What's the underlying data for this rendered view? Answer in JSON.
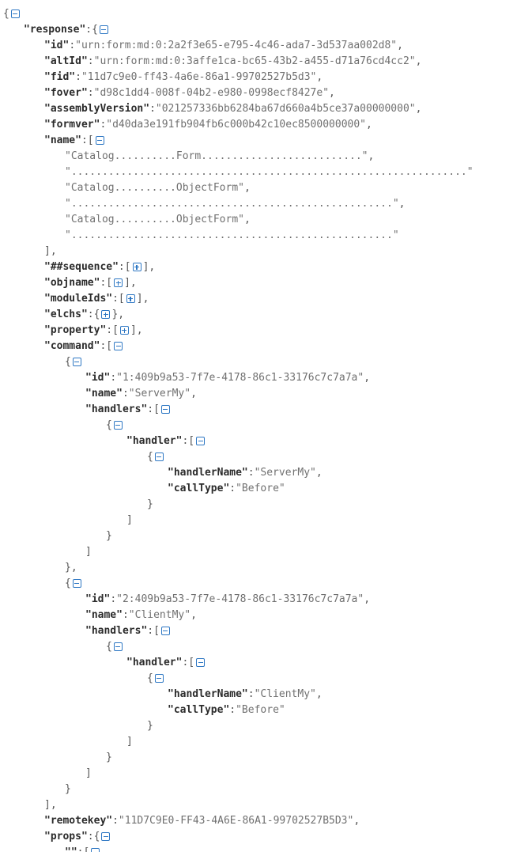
{
  "lines": [
    {
      "indent": 0,
      "key": "",
      "value": "",
      "open": "{",
      "toggle": "collapse",
      "close": ""
    },
    {
      "indent": 1,
      "key": "\"response\"",
      "value": "",
      "open": "{",
      "toggle": "collapse",
      "close": ""
    },
    {
      "indent": 2,
      "key": "\"id\"",
      "value": "\"urn:form:md:0:2a2f3e65-e795-4c46-ada7-3d537aa002d8\"",
      "open": "",
      "toggle": "",
      "close": ","
    },
    {
      "indent": 2,
      "key": "\"altId\"",
      "value": "\"urn:form:md:0:3affe1ca-bc65-43b2-a455-d71a76cd4cc2\"",
      "open": "",
      "toggle": "",
      "close": ","
    },
    {
      "indent": 2,
      "key": "\"fid\"",
      "value": "\"11d7c9e0-ff43-4a6e-86a1-99702527b5d3\"",
      "open": "",
      "toggle": "",
      "close": ","
    },
    {
      "indent": 2,
      "key": "\"fover\"",
      "value": "\"d98c1dd4-008f-04b2-e980-0998ecf8427e\"",
      "open": "",
      "toggle": "",
      "close": ","
    },
    {
      "indent": 2,
      "key": "\"assemblyVersion\"",
      "value": "\"021257336bb6284ba67d660a4b5ce37a00000000\"",
      "open": "",
      "toggle": "",
      "close": ","
    },
    {
      "indent": 2,
      "key": "\"formver\"",
      "value": "\"d40da3e191fb904fb6c000b42c10ec8500000000\"",
      "open": "",
      "toggle": "",
      "close": ","
    },
    {
      "indent": 2,
      "key": "\"name\"",
      "value": "",
      "open": "[",
      "toggle": "collapse",
      "close": ""
    },
    {
      "indent": 3,
      "key": "",
      "value": "\"Catalog..........Form..........................\"",
      "open": "",
      "toggle": "",
      "close": ","
    },
    {
      "indent": 3,
      "key": "",
      "value": "\"................................................................\"",
      "open": "",
      "toggle": "",
      "close": ""
    },
    {
      "indent": 3,
      "key": "",
      "value": "\"Catalog..........ObjectForm\"",
      "open": "",
      "toggle": "",
      "close": ","
    },
    {
      "indent": 3,
      "key": "",
      "value": "\"....................................................\"",
      "open": "",
      "toggle": "",
      "close": ","
    },
    {
      "indent": 3,
      "key": "",
      "value": "\"Catalog..........ObjectForm\"",
      "open": "",
      "toggle": "",
      "close": ","
    },
    {
      "indent": 3,
      "key": "",
      "value": "\"....................................................\"",
      "open": "",
      "toggle": "",
      "close": ""
    },
    {
      "indent": 2,
      "key": "",
      "value": "",
      "open": "",
      "toggle": "",
      "close": "],"
    },
    {
      "indent": 2,
      "key": "\"##sequence\"",
      "value": "",
      "open": "[",
      "toggle": "expand",
      "close": "],"
    },
    {
      "indent": 2,
      "key": "\"objname\"",
      "value": "",
      "open": "[",
      "toggle": "expand",
      "close": "],"
    },
    {
      "indent": 2,
      "key": "\"moduleIds\"",
      "value": "",
      "open": "[",
      "toggle": "expand",
      "close": "],"
    },
    {
      "indent": 2,
      "key": "\"elchs\"",
      "value": "",
      "open": "{",
      "toggle": "expand",
      "close": "},"
    },
    {
      "indent": 2,
      "key": "\"property\"",
      "value": "",
      "open": "[",
      "toggle": "expand",
      "close": "],"
    },
    {
      "indent": 2,
      "key": "\"command\"",
      "value": "",
      "open": "[",
      "toggle": "collapse",
      "close": ""
    },
    {
      "indent": 3,
      "key": "",
      "value": "",
      "open": "{",
      "toggle": "collapse",
      "close": ""
    },
    {
      "indent": 4,
      "key": "\"id\"",
      "value": "\"1:409b9a53-7f7e-4178-86c1-33176c7c7a7a\"",
      "open": "",
      "toggle": "",
      "close": ","
    },
    {
      "indent": 4,
      "key": "\"name\"",
      "value": "\"ServerMy\"",
      "open": "",
      "toggle": "",
      "close": ","
    },
    {
      "indent": 4,
      "key": "\"handlers\"",
      "value": "",
      "open": "[",
      "toggle": "collapse",
      "close": ""
    },
    {
      "indent": 5,
      "key": "",
      "value": "",
      "open": "{",
      "toggle": "collapse",
      "close": ""
    },
    {
      "indent": 6,
      "key": "\"handler\"",
      "value": "",
      "open": "[",
      "toggle": "collapse",
      "close": ""
    },
    {
      "indent": 7,
      "key": "",
      "value": "",
      "open": "{",
      "toggle": "collapse",
      "close": ""
    },
    {
      "indent": 8,
      "key": "\"handlerName\"",
      "value": "\"ServerMy\"",
      "open": "",
      "toggle": "",
      "close": ","
    },
    {
      "indent": 8,
      "key": "\"callType\"",
      "value": "\"Before\"",
      "open": "",
      "toggle": "",
      "close": ""
    },
    {
      "indent": 7,
      "key": "",
      "value": "",
      "open": "",
      "toggle": "",
      "close": "}"
    },
    {
      "indent": 6,
      "key": "",
      "value": "",
      "open": "",
      "toggle": "",
      "close": "]"
    },
    {
      "indent": 5,
      "key": "",
      "value": "",
      "open": "",
      "toggle": "",
      "close": "}"
    },
    {
      "indent": 4,
      "key": "",
      "value": "",
      "open": "",
      "toggle": "",
      "close": "]"
    },
    {
      "indent": 3,
      "key": "",
      "value": "",
      "open": "",
      "toggle": "",
      "close": "},"
    },
    {
      "indent": 3,
      "key": "",
      "value": "",
      "open": "{",
      "toggle": "collapse",
      "close": ""
    },
    {
      "indent": 4,
      "key": "\"id\"",
      "value": "\"2:409b9a53-7f7e-4178-86c1-33176c7c7a7a\"",
      "open": "",
      "toggle": "",
      "close": ","
    },
    {
      "indent": 4,
      "key": "\"name\"",
      "value": "\"ClientMy\"",
      "open": "",
      "toggle": "",
      "close": ","
    },
    {
      "indent": 4,
      "key": "\"handlers\"",
      "value": "",
      "open": "[",
      "toggle": "collapse",
      "close": ""
    },
    {
      "indent": 5,
      "key": "",
      "value": "",
      "open": "{",
      "toggle": "collapse",
      "close": ""
    },
    {
      "indent": 6,
      "key": "\"handler\"",
      "value": "",
      "open": "[",
      "toggle": "collapse",
      "close": ""
    },
    {
      "indent": 7,
      "key": "",
      "value": "",
      "open": "{",
      "toggle": "collapse",
      "close": ""
    },
    {
      "indent": 8,
      "key": "\"handlerName\"",
      "value": "\"ClientMy\"",
      "open": "",
      "toggle": "",
      "close": ","
    },
    {
      "indent": 8,
      "key": "\"callType\"",
      "value": "\"Before\"",
      "open": "",
      "toggle": "",
      "close": ""
    },
    {
      "indent": 7,
      "key": "",
      "value": "",
      "open": "",
      "toggle": "",
      "close": "}"
    },
    {
      "indent": 6,
      "key": "",
      "value": "",
      "open": "",
      "toggle": "",
      "close": "]"
    },
    {
      "indent": 5,
      "key": "",
      "value": "",
      "open": "",
      "toggle": "",
      "close": "}"
    },
    {
      "indent": 4,
      "key": "",
      "value": "",
      "open": "",
      "toggle": "",
      "close": "]"
    },
    {
      "indent": 3,
      "key": "",
      "value": "",
      "open": "",
      "toggle": "",
      "close": "}"
    },
    {
      "indent": 2,
      "key": "",
      "value": "",
      "open": "",
      "toggle": "",
      "close": "],"
    },
    {
      "indent": 2,
      "key": "\"remotekey\"",
      "value": "\"11D7C9E0-FF43-4A6E-86A1-99702527B5D3\"",
      "open": "",
      "toggle": "",
      "close": ","
    },
    {
      "indent": 2,
      "key": "\"props\"",
      "value": "",
      "open": "{",
      "toggle": "collapse",
      "close": ""
    },
    {
      "indent": 3,
      "key": "\"\"",
      "value": "",
      "open": "[",
      "toggle": "collapse",
      "close": ""
    }
  ]
}
